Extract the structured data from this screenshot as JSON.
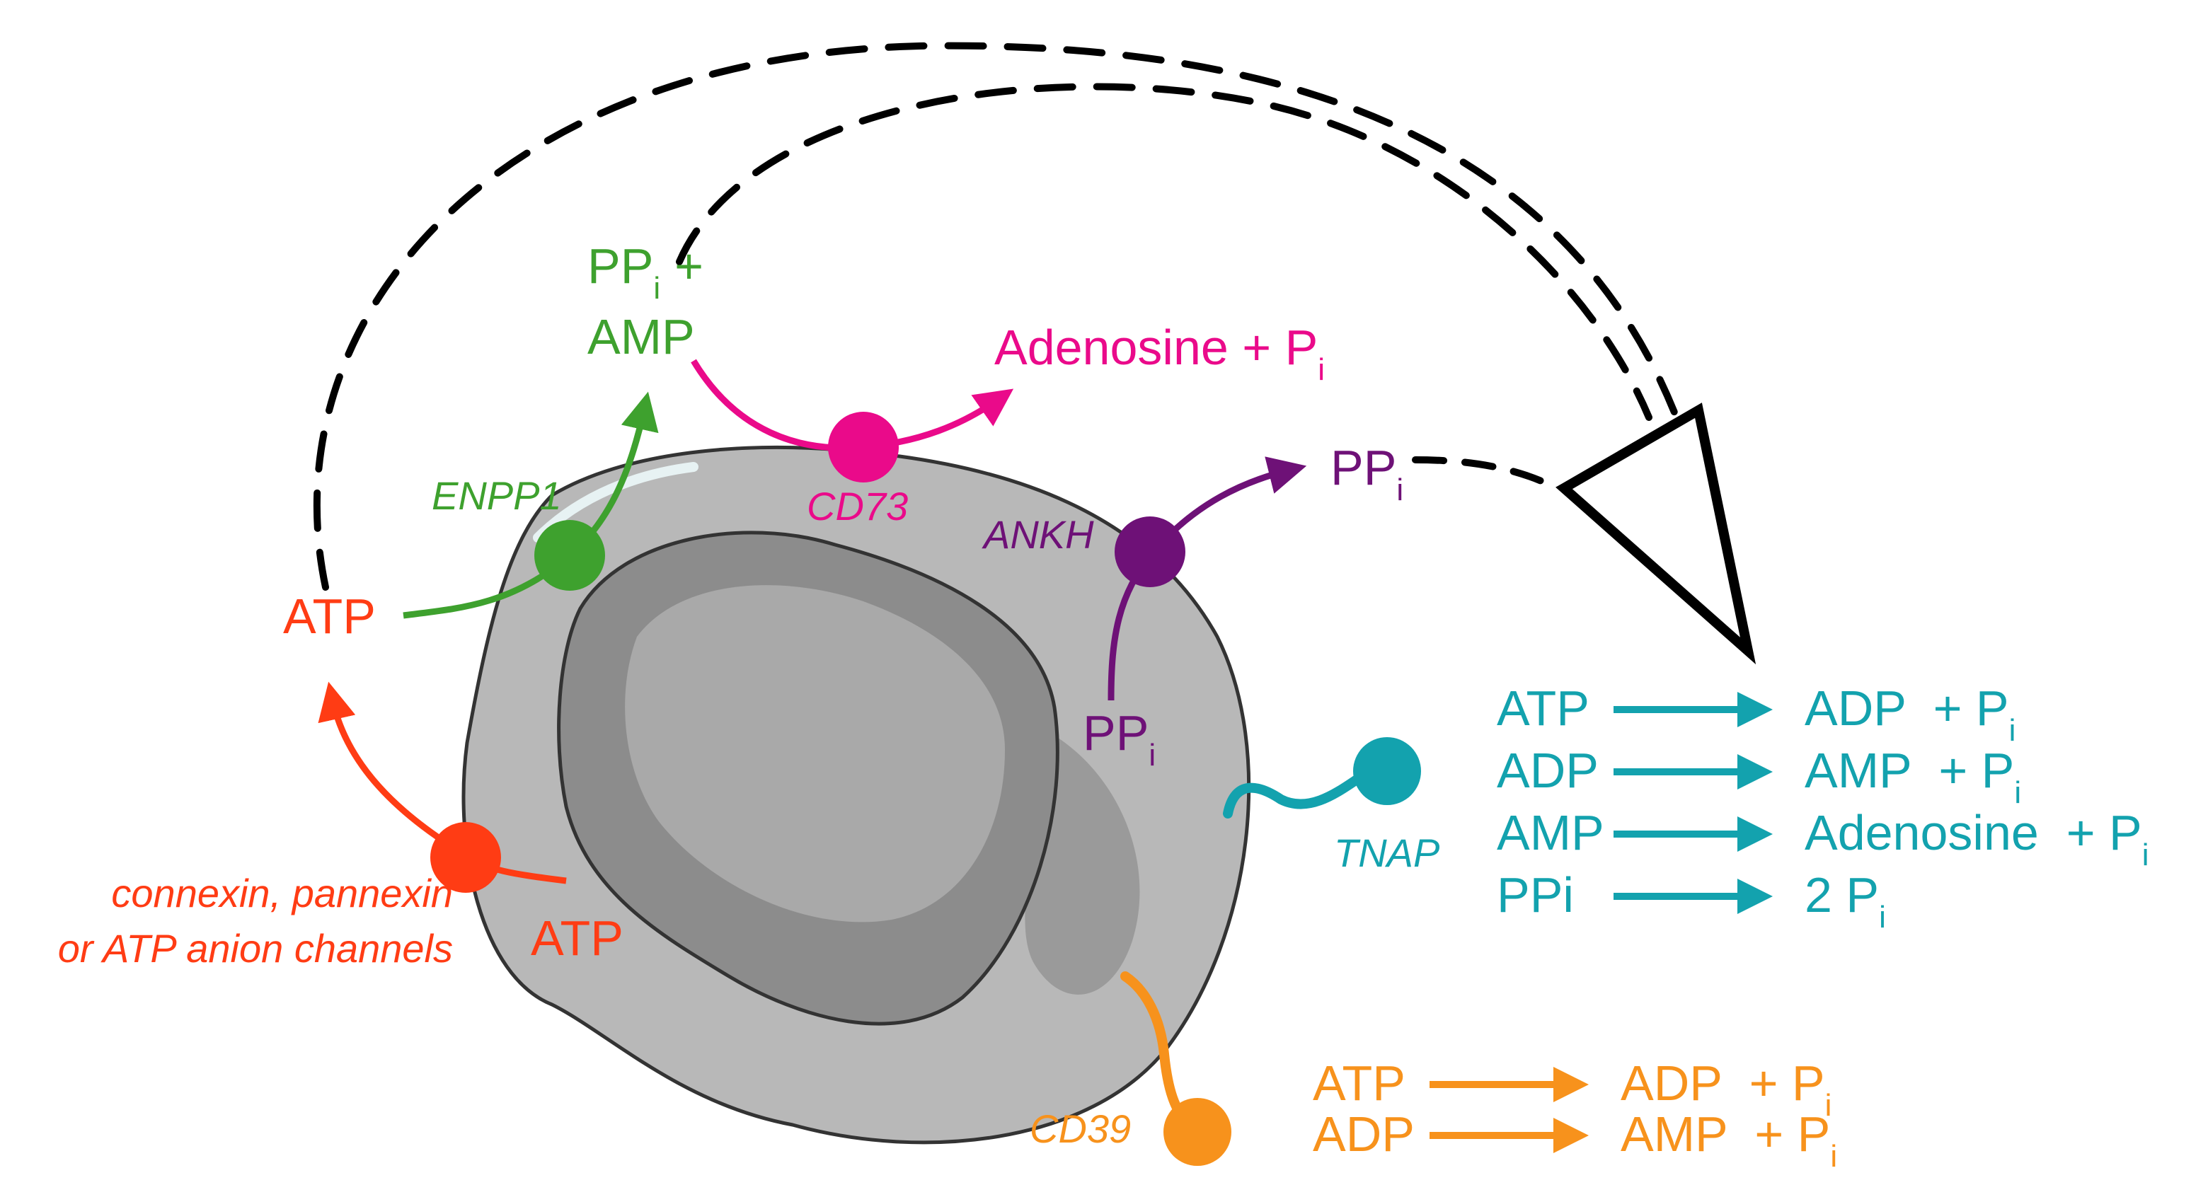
{
  "colors": {
    "atp_release": "#ff3c14",
    "enpp1": "#3ea12e",
    "cd73": "#ea0a8a",
    "ankh": "#6e1177",
    "tnap": "#13a2ae",
    "cd39": "#f7921c",
    "cell": "#b8b8b8",
    "nucleus": "#8c8c8c",
    "arrow": "#000000"
  },
  "release": {
    "channel_label": "connexin, pannexin",
    "channel_label_line2": "or ATP anion channels",
    "atp_inside": "ATP",
    "atp_outside": "ATP"
  },
  "enpp1": {
    "enzyme": "ENPP1",
    "product_pp": "PP",
    "product_sub": "i",
    "product_plus": "+",
    "product_amp": "AMP"
  },
  "cd73": {
    "enzyme": "CD73",
    "product": "Adenosine + P",
    "product_sub": "i"
  },
  "ankh": {
    "enzyme": "ANKH",
    "inside": "PP",
    "inside_sub": "i",
    "outside": "PP",
    "outside_sub": "i"
  },
  "tnap": {
    "enzyme": "TNAP",
    "reactions": [
      {
        "substrate": "ATP",
        "product": "ADP  + P",
        "sub": "i"
      },
      {
        "substrate": "ADP",
        "product": "AMP  + P",
        "sub": "i"
      },
      {
        "substrate": "AMP",
        "product": "Adenosine  + P",
        "sub": "i"
      },
      {
        "substrate": "PPi",
        "product": "2 P",
        "sub": "i"
      }
    ]
  },
  "cd39": {
    "enzyme": "CD39",
    "reactions": [
      {
        "substrate": "ATP",
        "product": "ADP  + P",
        "sub": "i"
      },
      {
        "substrate": "ADP",
        "product": "AMP  + P",
        "sub": "i"
      }
    ]
  },
  "icons": [
    "cell-icon",
    "nucleus-icon",
    "channel-icon",
    "enpp1-icon",
    "cd73-icon",
    "ankh-icon",
    "tnap-icon",
    "cd39-icon",
    "big-arrow-icon"
  ]
}
